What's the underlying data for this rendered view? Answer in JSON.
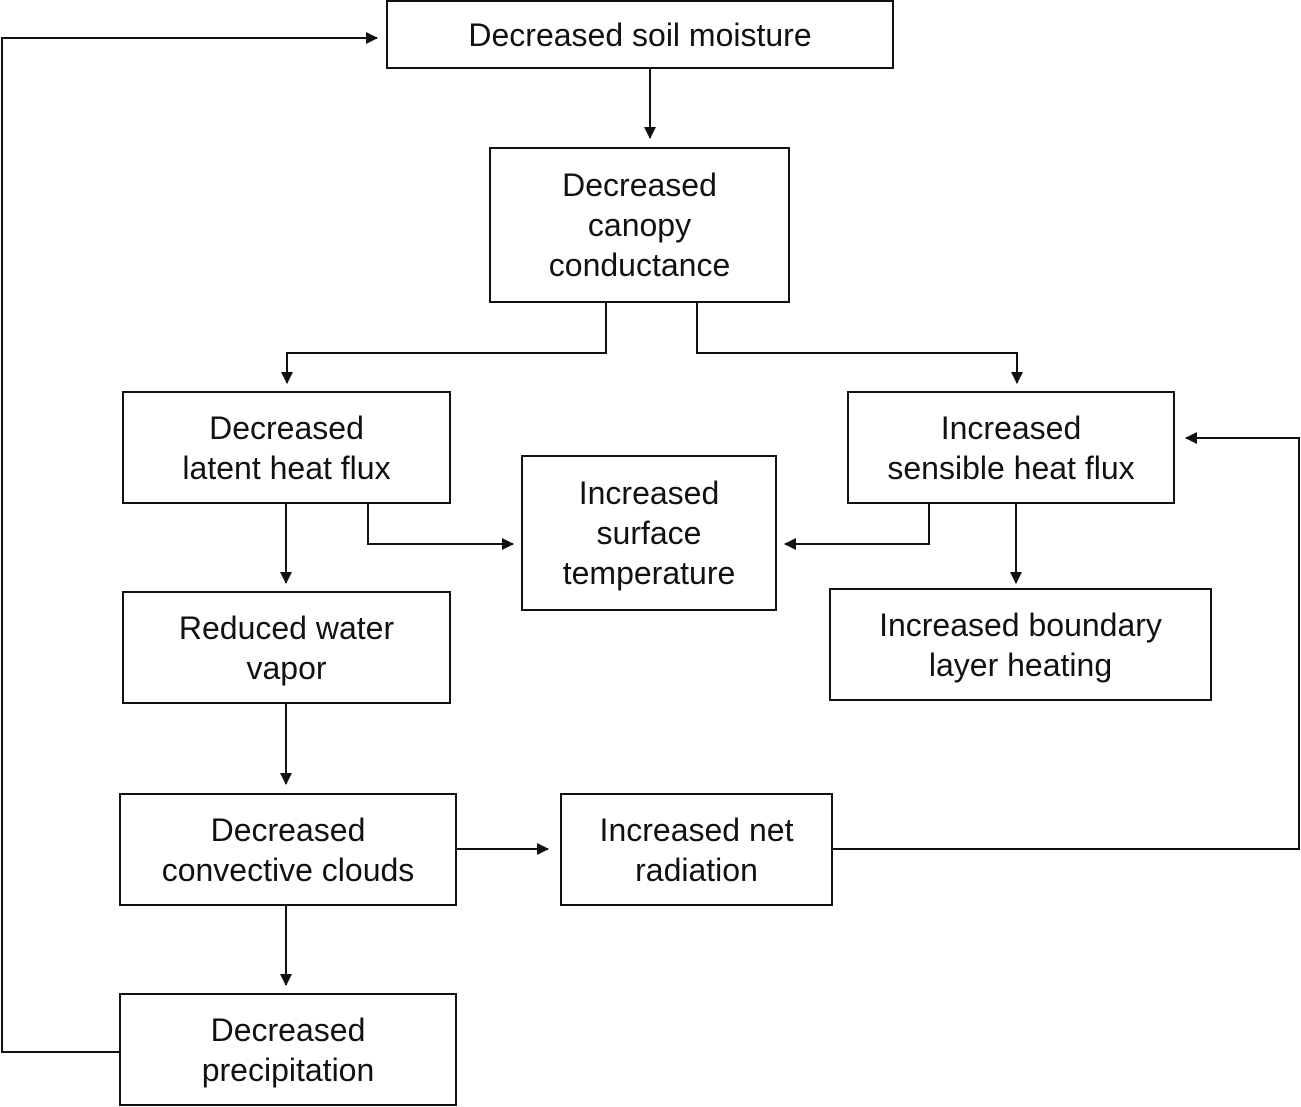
{
  "nodes": {
    "soil_moisture": "Decreased soil moisture",
    "canopy_conductance": [
      "Decreased",
      "canopy",
      "conductance"
    ],
    "latent_heat_flux": [
      "Decreased",
      "latent heat flux"
    ],
    "sensible_heat_flux": [
      "Increased",
      "sensible heat flux"
    ],
    "surface_temperature": [
      "Increased",
      "surface",
      "temperature"
    ],
    "boundary_layer_heating": [
      "Increased boundary",
      "layer heating"
    ],
    "water_vapor": [
      "Reduced water",
      "vapor"
    ],
    "convective_clouds": [
      "Decreased",
      "convective clouds"
    ],
    "net_radiation": [
      "Increased net",
      "radiation"
    ],
    "precipitation": [
      "Decreased",
      "precipitation"
    ]
  },
  "colors": {
    "stroke": "#111111",
    "background": "#ffffff"
  }
}
